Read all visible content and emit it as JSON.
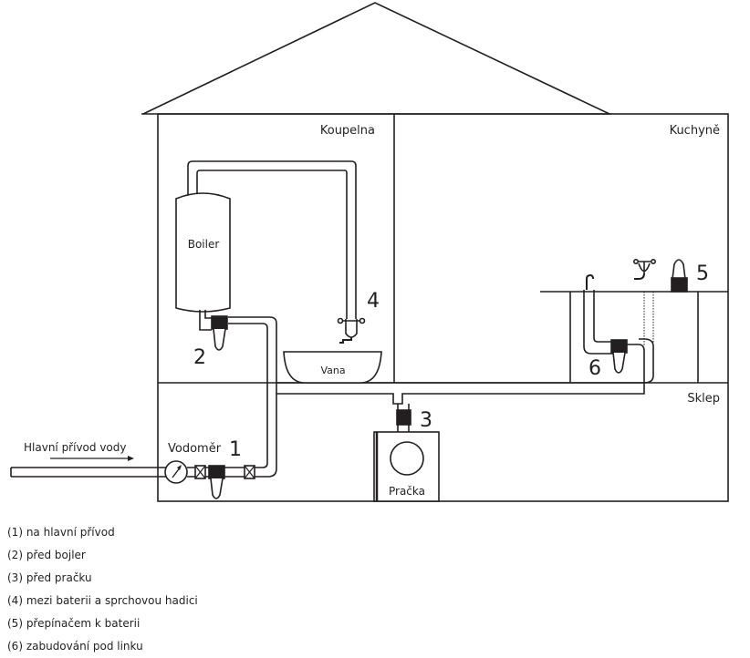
{
  "rooms": {
    "bathroom": "Koupelna",
    "kitchen": "Kuchyně",
    "basement": "Sklep"
  },
  "appliances": {
    "boiler": "Boiler",
    "bathtub": "Vana",
    "washing_machine": "Pračka",
    "water_meter": "Vodoměr"
  },
  "main_supply_label": "Hlavní přívod vody",
  "markers": [
    "1",
    "2",
    "3",
    "4",
    "5",
    "6"
  ],
  "legend": [
    "(1) na hlavní přívod",
    "(2) před bojler",
    "(3) před pračku",
    "(4) mezi baterii a sprchovou hadici",
    "(5) přepínačem k baterii",
    "(6) zabudování pod linku"
  ],
  "colors": {
    "line": "#231f20",
    "filter_head": "#231f20",
    "background": "#ffffff"
  }
}
